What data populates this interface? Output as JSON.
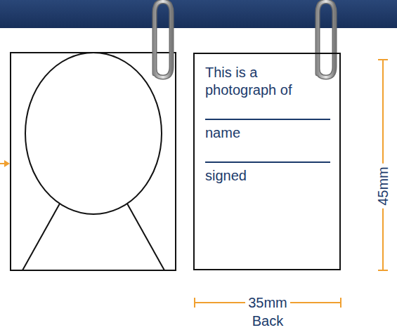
{
  "diagram": {
    "nodes": [
      {
        "text": [
          "This is a photograph of",
          "name",
          "signed"
        ]
      }
    ],
    "labels": [
      "45mm",
      "35mm",
      "Back"
    ]
  }
}
